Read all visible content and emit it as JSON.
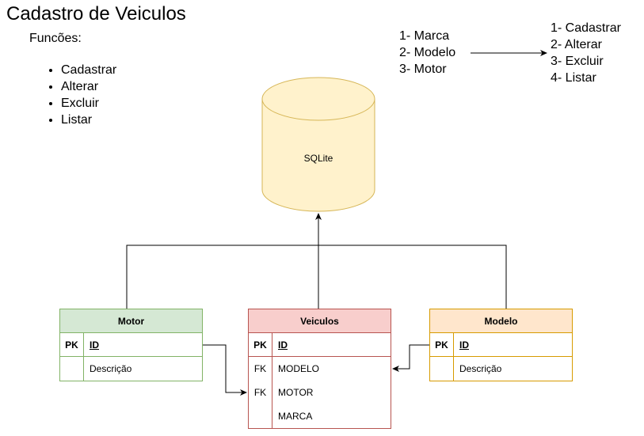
{
  "title": "Cadastro de Veiculos",
  "functions": {
    "label": "Funcões:",
    "items": [
      "Cadastrar",
      "Alterar",
      "Excluir",
      "Listar"
    ]
  },
  "entities_list": [
    "1- Marca",
    "2- Modelo",
    "3- Motor"
  ],
  "actions_list": [
    "1- Cadastrar",
    "2- Alterar",
    "3- Excluir",
    "4- Listar"
  ],
  "database": {
    "label": "SQLite",
    "fill": "#fff2cc",
    "stroke": "#d6b656"
  },
  "tables": {
    "motor": {
      "name": "Motor",
      "fill": "#d5e8d4",
      "stroke": "#82b366",
      "rows": [
        {
          "key": "PK",
          "field": "ID"
        },
        {
          "key": "",
          "field": "Descrição"
        }
      ]
    },
    "veiculos": {
      "name": "Veiculos",
      "fill": "#f8cecc",
      "stroke": "#b85450",
      "rows": [
        {
          "key": "PK",
          "field": "ID"
        },
        {
          "key": "FK",
          "field": "MODELO"
        },
        {
          "key": "FK",
          "field": "MOTOR"
        },
        {
          "key": "",
          "field": "MARCA"
        }
      ]
    },
    "modelo": {
      "name": "Modelo",
      "fill": "#ffe6cc",
      "stroke": "#d79b00",
      "rows": [
        {
          "key": "PK",
          "field": "ID"
        },
        {
          "key": "",
          "field": "Descrição"
        }
      ]
    }
  }
}
